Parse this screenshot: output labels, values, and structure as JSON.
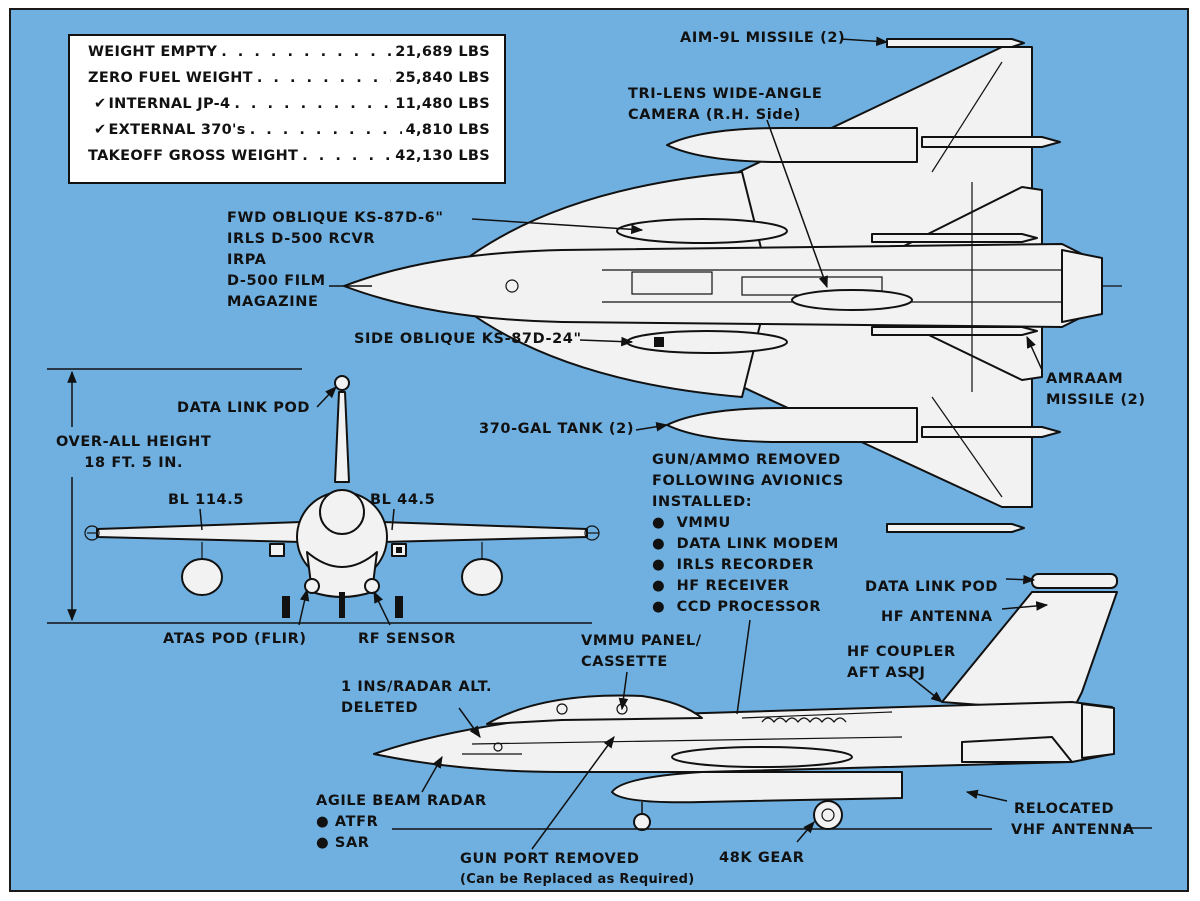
{
  "weights": [
    {
      "label": "WEIGHT EMPTY",
      "value": "21,689 LBS",
      "checked": false
    },
    {
      "label": "ZERO FUEL WEIGHT",
      "value": "25,840 LBS",
      "checked": false
    },
    {
      "label": "INTERNAL JP-4",
      "value": "11,480 LBS",
      "checked": true
    },
    {
      "label": "EXTERNAL 370's",
      "value": "4,810 LBS",
      "checked": true
    },
    {
      "label": "TAKEOFF GROSS WEIGHT",
      "value": "42,130 LBS",
      "checked": false
    }
  ],
  "check_glyph": "✔",
  "callouts": {
    "aim9l": "AIM-9L MISSILE (2)",
    "trilens_1": "TRI-LENS WIDE-ANGLE",
    "trilens_2": "CAMERA (R.H. Side)",
    "fwd_1": "FWD OBLIQUE KS-87D-6\"",
    "fwd_2": "IRLS D-500 RCVR",
    "fwd_3": "IRPA",
    "fwd_4": "D-500 FILM",
    "fwd_5": "MAGAZINE",
    "side_oblique": "SIDE OBLIQUE KS-87D-24\"",
    "amraam_1": "AMRAAM",
    "amraam_2": "MISSILE (2)",
    "tank": "370-GAL TANK (2)",
    "datalink_front": "DATA LINK POD",
    "height_1": "OVER-ALL HEIGHT",
    "height_2": "18 FT. 5 IN.",
    "bl1145": "BL 114.5",
    "bl445": "BL 44.5",
    "atas": "ATAS POD (FLIR)",
    "rf": "RF SENSOR",
    "gun_1": "GUN/AMMO REMOVED",
    "gun_2": "FOLLOWING AVIONICS",
    "gun_3": "INSTALLED:",
    "bullet": "●",
    "avionics": [
      "VMMU",
      "DATA LINK MODEM",
      "IRLS RECORDER",
      "HF RECEIVER",
      "CCD PROCESSOR"
    ],
    "datalink_side": "DATA LINK POD",
    "hf_antenna": "HF ANTENNA",
    "hf_coupler_1": "HF COUPLER",
    "hf_coupler_2": "AFT ASPJ",
    "vmmu_1": "VMMU PANEL/",
    "vmmu_2": "CASSETTE",
    "ins_1": "1 INS/RADAR ALT.",
    "ins_2": "DELETED",
    "radar_1": "AGILE BEAM RADAR",
    "radar_modes": [
      "ATFR",
      "SAR"
    ],
    "gunport_1": "GUN PORT REMOVED",
    "gunport_2": "(Can be Replaced as Required)",
    "gear": "48K GEAR",
    "relocated": "RELOCATED",
    "vhf": "VHF ANTENNA"
  },
  "colors": {
    "background": "#6fb0e1",
    "aircraft_fill": "#f2f2f2",
    "ink": "#111111",
    "box_fill": "#ffffff"
  }
}
